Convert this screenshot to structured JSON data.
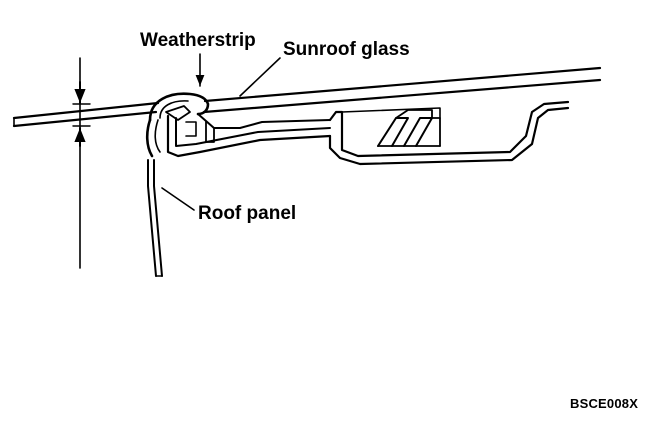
{
  "labels": {
    "weatherstrip": "Weatherstrip",
    "sunroof_glass": "Sunroof glass",
    "roof_panel": "Roof panel"
  },
  "figure_code": "BSCE008X",
  "colors": {
    "line": "#000000",
    "background": "#ffffff"
  }
}
